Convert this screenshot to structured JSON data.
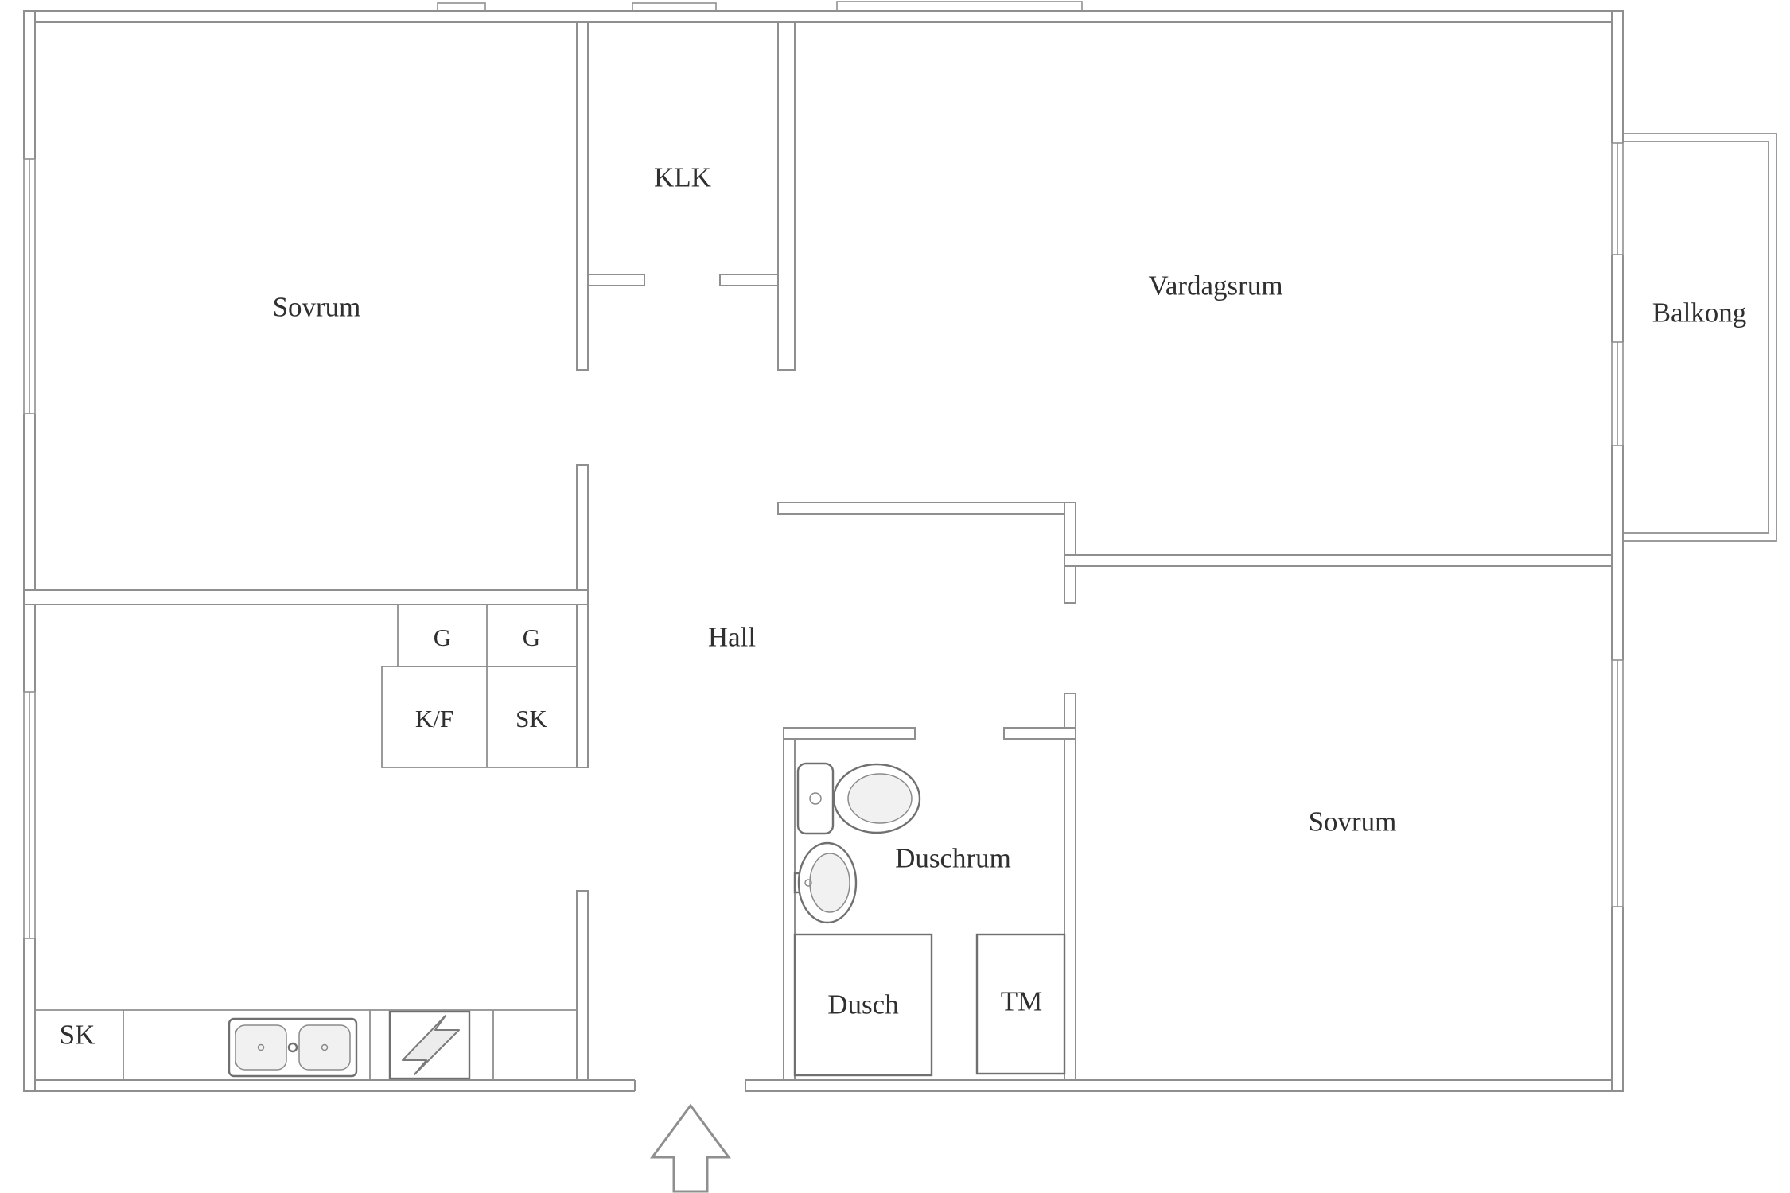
{
  "colors": {
    "wall_line": "#8f8f8f",
    "text": "#2f2f2f",
    "background": "#ffffff"
  },
  "labels": {
    "sovrum_top": "Sovrum",
    "klk": "KLK",
    "vardagsrum": "Vardagsrum",
    "balkong": "Balkong",
    "hall": "Hall",
    "g1": "G",
    "g2": "G",
    "kf": "K/F",
    "sk_upper": "SK",
    "sk_kitchen": "SK",
    "duschrum": "Duschrum",
    "dusch": "Dusch",
    "tm": "TM",
    "sovrum_bottom": "Sovrum"
  },
  "icons": {
    "toilet": "toilet-icon",
    "bathroom_sink": "sink-icon",
    "kitchen_sink": "kitchen-sink-icon",
    "stove": "stove-lightning-icon",
    "entry_arrow": "entry-arrow-icon"
  }
}
